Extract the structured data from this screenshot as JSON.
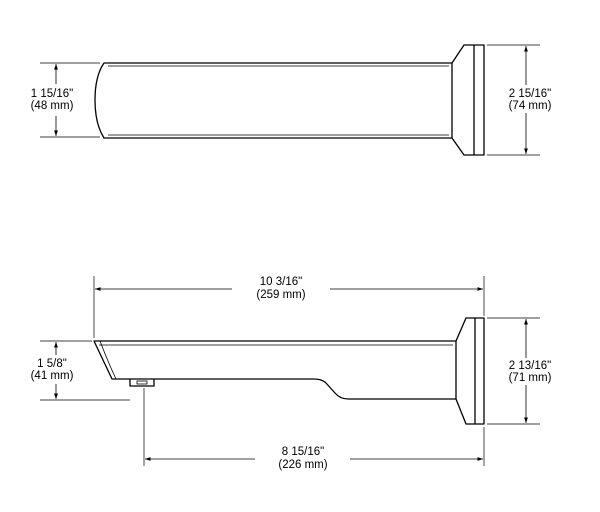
{
  "top_view": {
    "body_diameter": {
      "imperial": "1 15/16\"",
      "metric": "(48 mm)"
    },
    "flange_diameter": {
      "imperial": "2 15/16\"",
      "metric": "(74 mm)"
    }
  },
  "side_view": {
    "overall_length": {
      "imperial": "10 3/16\"",
      "metric": "(259 mm)"
    },
    "spout_height": {
      "imperial": "1 5/8\"",
      "metric": "(41 mm)"
    },
    "flange_height": {
      "imperial": "2 13/16\"",
      "metric": "(71 mm)"
    },
    "outlet_to_wall": {
      "imperial": "8 15/16\"",
      "metric": "(226 mm)"
    }
  }
}
